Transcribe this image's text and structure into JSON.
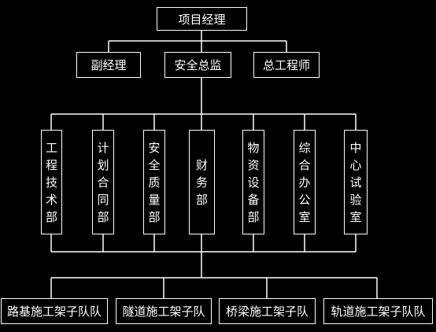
{
  "top": {
    "label": "项目经理"
  },
  "deputies": [
    {
      "label": "副经理"
    },
    {
      "label": "安全总监"
    },
    {
      "label": "总工程师"
    }
  ],
  "departments": [
    {
      "label": "工程技术部"
    },
    {
      "label": "计划合同部"
    },
    {
      "label": "安全质量部"
    },
    {
      "label": "财务部"
    },
    {
      "label": "物资设备部"
    },
    {
      "label": "综合办公室"
    },
    {
      "label": "中心试验室"
    }
  ],
  "teams": [
    {
      "label": "路基施工架子队队"
    },
    {
      "label": "隧道施工架子队"
    },
    {
      "label": "桥梁施工架子队"
    },
    {
      "label": "轨道施工架子队队"
    }
  ]
}
